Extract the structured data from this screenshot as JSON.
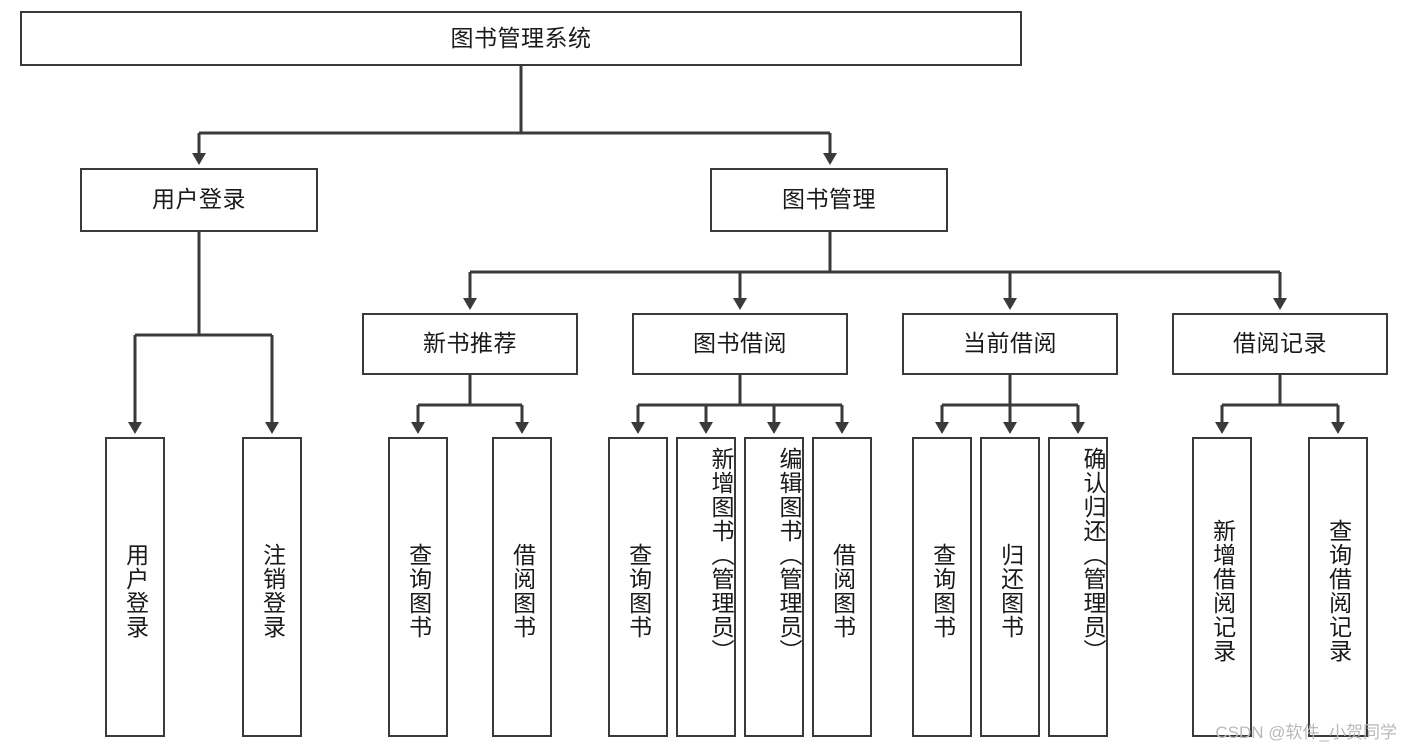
{
  "diagram": {
    "title": "图书管理系统",
    "root": {
      "label": "图书管理系统"
    },
    "level2": [
      {
        "label": "用户登录"
      },
      {
        "label": "图书管理"
      }
    ],
    "level3": [
      {
        "label": "新书推荐"
      },
      {
        "label": "图书借阅"
      },
      {
        "label": "当前借阅"
      },
      {
        "label": "借阅记录"
      }
    ],
    "leaves": {
      "user_login": [
        {
          "label": "用户登录"
        },
        {
          "label": "注销登录"
        }
      ],
      "new_book": [
        {
          "label": "查询图书"
        },
        {
          "label": "借阅图书"
        }
      ],
      "book_borrow": [
        {
          "label": "查询图书"
        },
        {
          "label": "新增图书（管理员）"
        },
        {
          "label": "编辑图书（管理员）"
        },
        {
          "label": "借阅图书"
        }
      ],
      "current_borrow": [
        {
          "label": "查询图书"
        },
        {
          "label": "归还图书"
        },
        {
          "label": "确认归还（管理员）"
        }
      ],
      "borrow_record": [
        {
          "label": "新增借阅记录"
        },
        {
          "label": "查询借阅记录"
        }
      ]
    }
  },
  "watermark": {
    "text": "CSDN @软件_小贺同学"
  },
  "colors": {
    "border": "#3a3a3a",
    "text": "#1a1a1a",
    "background": "#ffffff",
    "watermark": "#b9b9b9"
  }
}
